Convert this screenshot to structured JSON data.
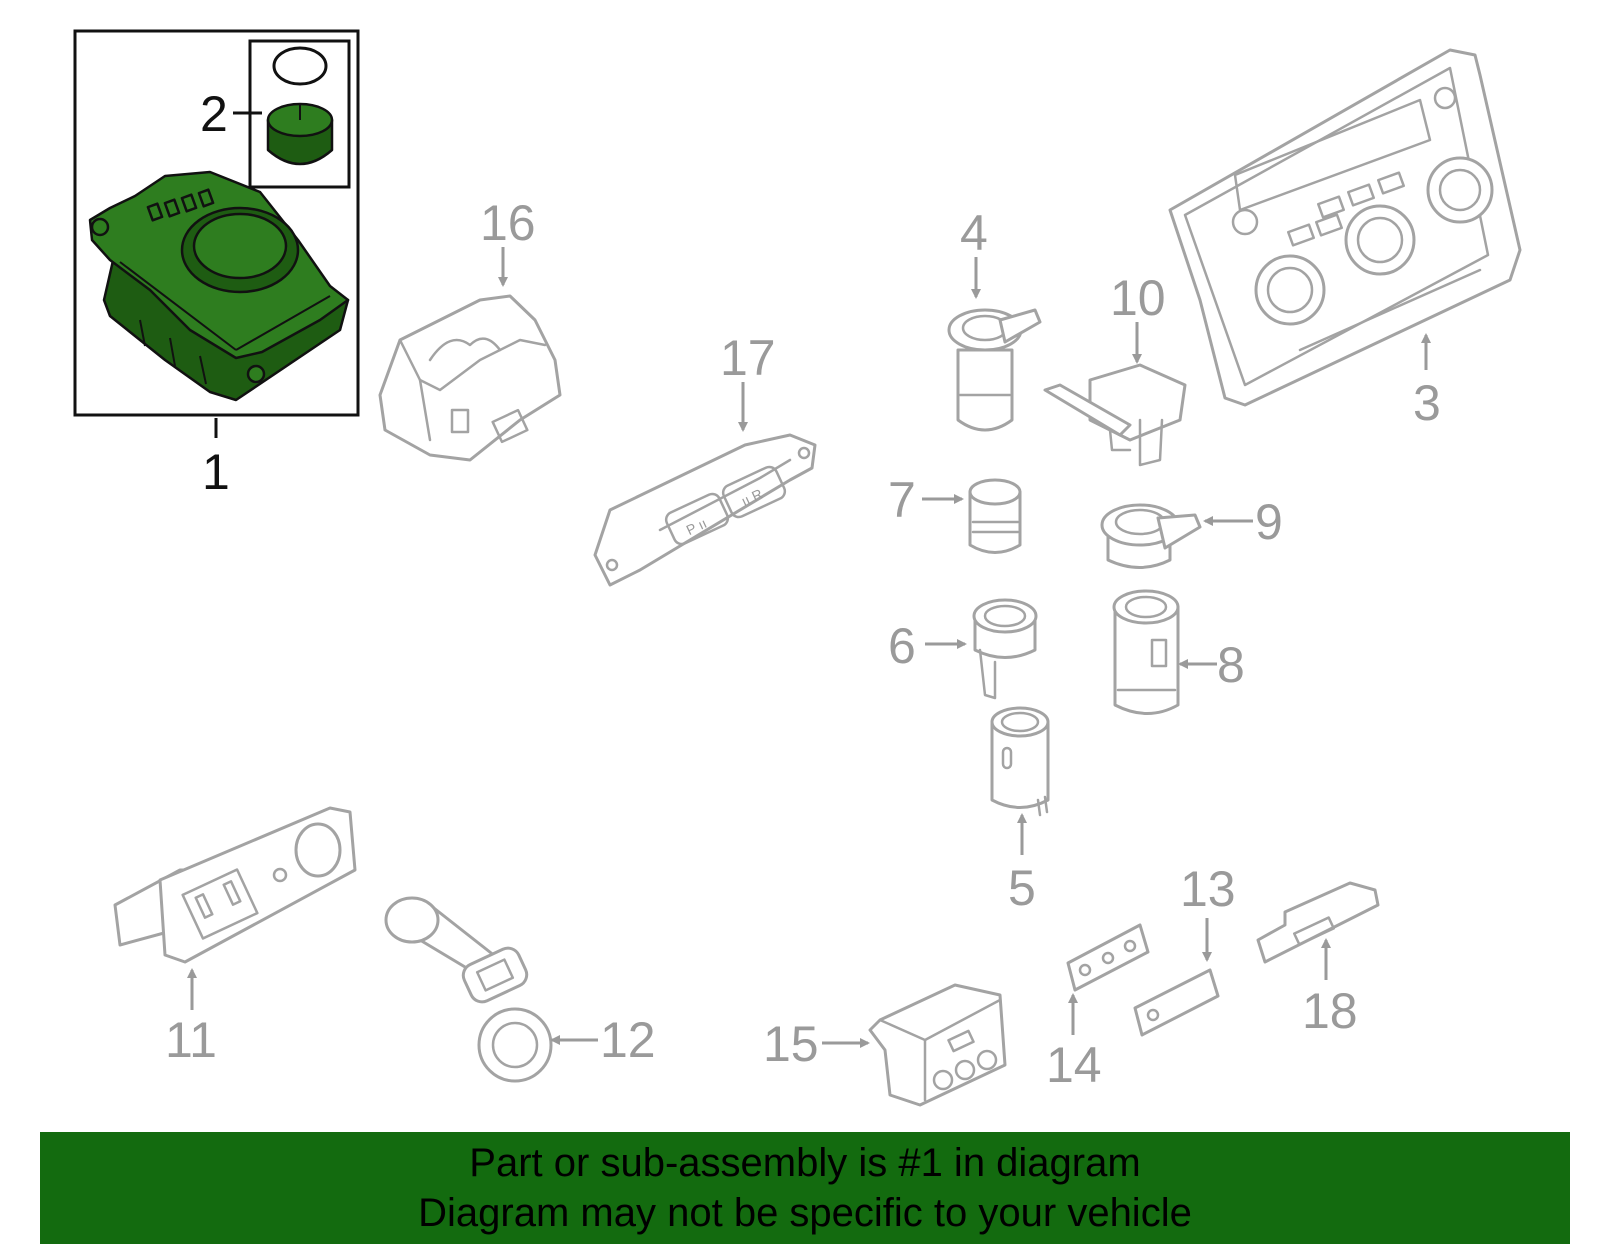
{
  "diagram": {
    "callouts": {
      "c1": "1",
      "c2": "2",
      "c3": "3",
      "c4": "4",
      "c5": "5",
      "c6": "6",
      "c7": "7",
      "c8": "8",
      "c9": "9",
      "c10": "10",
      "c11": "11",
      "c12": "12",
      "c13": "13",
      "c14": "14",
      "c15": "15",
      "c16": "16",
      "c17": "17",
      "c18": "18"
    },
    "highlight_color": "#2e7d1f"
  },
  "banner": {
    "line1": "Part or sub-assembly is #1 in diagram",
    "line2": "Diagram may not be specific to your vehicle",
    "background": "#136b0f"
  }
}
